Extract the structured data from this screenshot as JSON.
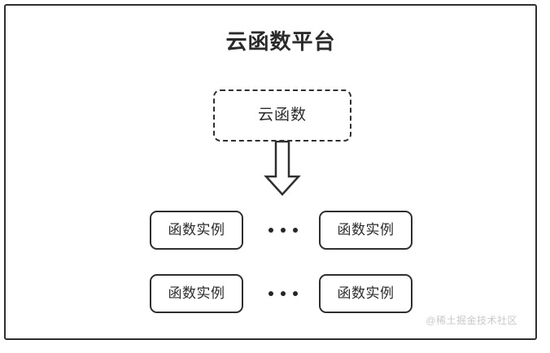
{
  "diagram": {
    "title": "云函数平台",
    "colors": {
      "stroke": "#2f2f2f",
      "text": "#2b2b2b",
      "background": "#ffffff",
      "watermark": "#c9c9c9",
      "dot": "#262626"
    },
    "cloud_function": {
      "label": "云函数",
      "border_style": "dashed"
    },
    "arrow": {
      "icon": "down-block-arrow",
      "direction": "down"
    },
    "instance_rows": [
      {
        "left": {
          "label": "函数实例"
        },
        "separator": "•••",
        "right": {
          "label": "函数实例"
        }
      },
      {
        "left": {
          "label": "函数实例"
        },
        "separator": "•••",
        "right": {
          "label": "函数实例"
        }
      }
    ],
    "watermark": "@稀土掘金技术社区"
  }
}
